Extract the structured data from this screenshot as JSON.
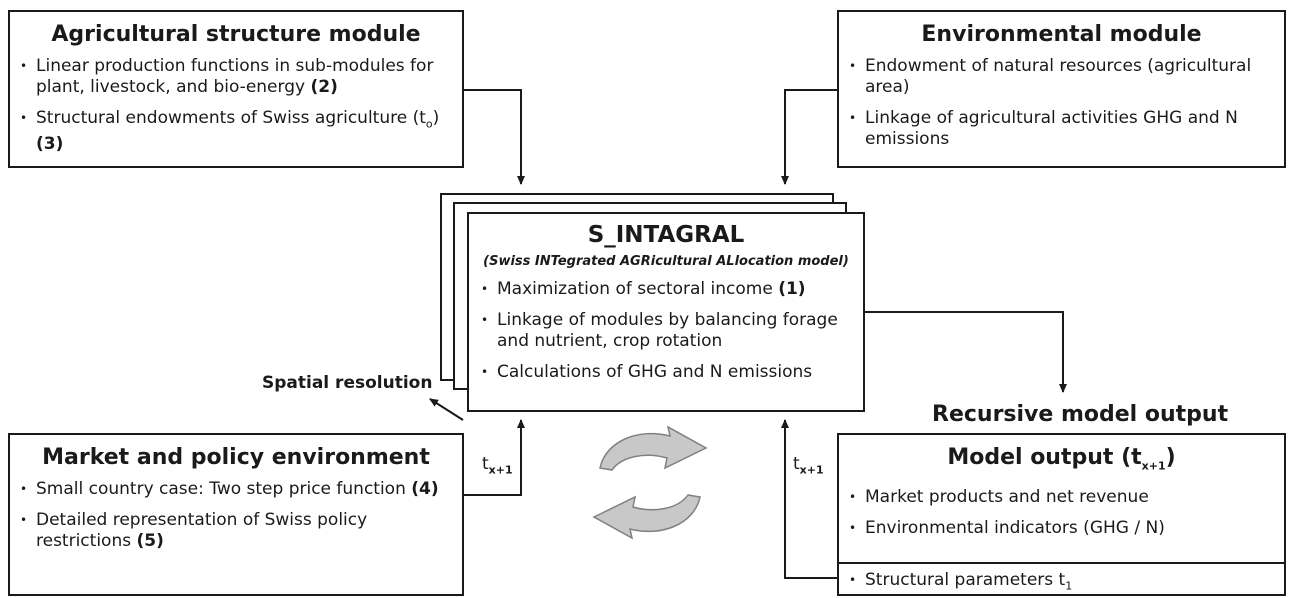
{
  "agri": {
    "title": "Agricultural structure module",
    "items": [
      {
        "text": "Linear production functions in sub-modules for plant, livestock, and bio-energy",
        "ref": "(2)"
      },
      {
        "text": "Structural endowments of Swiss agriculture (t",
        "sub": "o",
        "tail": ")",
        "ref": "(3)"
      }
    ]
  },
  "env": {
    "title": "Environmental module",
    "items": [
      {
        "text": "Endowment of natural resources (agricultural area)"
      },
      {
        "text": "Linkage of agricultural activities GHG and N emissions"
      }
    ]
  },
  "core": {
    "title": "S_INTAGRAL",
    "subtitle": "(Swiss INTegrated AGRicultural ALlocation model)",
    "items": [
      {
        "text": "Maximization of sectoral income",
        "ref": "(1)"
      },
      {
        "text": "Linkage of modules by balancing forage and nutrient, crop rotation"
      },
      {
        "text": "Calculations of GHG and N emissions"
      }
    ]
  },
  "spatial_label": "Spatial resolution",
  "recursive_label": "Recursive model output",
  "market": {
    "title": "Market and policy environment",
    "items": [
      {
        "text": "Small country case: Two step price function",
        "ref": "(4)"
      },
      {
        "text": "Detailed representation of Swiss policy restrictions",
        "ref": "(5)"
      }
    ]
  },
  "output": {
    "title": "Model output (t",
    "title_sub": "x+1",
    "title_tail": ")",
    "items": [
      {
        "text": "Market products and net revenue"
      },
      {
        "text": "Environmental indicators (GHG / N)"
      }
    ],
    "structural": {
      "text": "Structural parameters t",
      "sub": "1"
    }
  },
  "t_left": {
    "text": "t",
    "sub": "x+1"
  },
  "t_right": {
    "text": "t",
    "sub": "x+1"
  }
}
